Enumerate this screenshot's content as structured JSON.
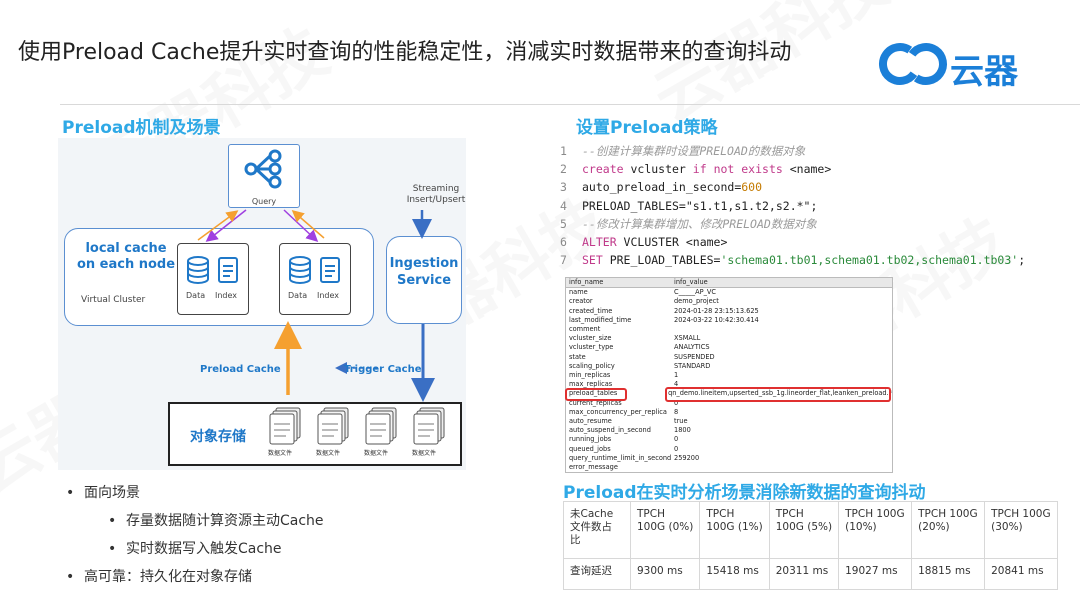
{
  "title": "使用Preload Cache提升实时查询的性能稳定性，消减实时数据带来的查询抖动",
  "logo": {
    "text": "云器",
    "color": "#1b7fd8"
  },
  "watermark": "云器科技",
  "left_section": {
    "title": "Preload机制及场景",
    "diagram": {
      "query_label": "Query",
      "local_cache_label": "local cache\non each node",
      "virtual_cluster_label": "Virtual Cluster",
      "node_labels": {
        "data": "Data",
        "index": "Index"
      },
      "ingestion_label": "Ingestion\nService",
      "streaming_label": "Streaming\nInsert/Upsert",
      "preload_cache_label": "Preload Cache",
      "trigger_cache_label": "Trigger Cache",
      "object_storage_label": "对象存储",
      "file_label": "数据文件"
    }
  },
  "right_section": {
    "title": "设置Preload策略",
    "code_lines": [
      {
        "n": "1",
        "text": "--创建计算集群时设置PRELOAD的数据对象"
      },
      {
        "n": "2",
        "text": "create vcluster if not exists <name>"
      },
      {
        "n": "3",
        "text": "auto_preload_in_second=600"
      },
      {
        "n": "4",
        "text": "PRELOAD_TABLES=\"s1.t1,s1.t2,s2.*\";"
      },
      {
        "n": "5",
        "text": "--修改计算集群增加、修改PRELOAD数据对象"
      },
      {
        "n": "6",
        "text": "ALTER VCLUSTER <name>"
      },
      {
        "n": "7",
        "text": "SET PRE_LOAD_TABLES='schema01.tb01,schema01.tb02,schema01.tb03';"
      }
    ],
    "info_table": {
      "headers": [
        "info_name",
        "info_value"
      ],
      "rows": [
        [
          "name",
          "C_____AP_VC"
        ],
        [
          "creator",
          "demo_project"
        ],
        [
          "created_time",
          "2024-01-28 23:15:13.625"
        ],
        [
          "last_modified_time",
          "2024-03-22 10:42:30.414"
        ],
        [
          "comment",
          ""
        ],
        [
          "vcluster_size",
          "XSMALL"
        ],
        [
          "vcluster_type",
          "ANALYTICS"
        ],
        [
          "state",
          "SUSPENDED"
        ],
        [
          "scaling_policy",
          "STANDARD"
        ],
        [
          "min_replicas",
          "1"
        ],
        [
          "max_replicas",
          "4"
        ],
        [
          "preload_tables",
          "qn_demo.lineitem,upserted_ssb_1g.lineorder_flat,leanken_preload.*"
        ],
        [
          "current_replicas",
          "0"
        ],
        [
          "max_concurrency_per_replica",
          "8"
        ],
        [
          "auto_resume",
          "true"
        ],
        [
          "auto_suspend_in_second",
          "1800"
        ],
        [
          "running_jobs",
          "0"
        ],
        [
          "queued_jobs",
          "0"
        ],
        [
          "query_runtime_limit_in_second",
          "259200"
        ],
        [
          "error_message",
          ""
        ]
      ]
    }
  },
  "bullets": [
    {
      "level": 1,
      "text": "面向场景"
    },
    {
      "level": 2,
      "text": "存量数据随计算资源主动Cache"
    },
    {
      "level": 2,
      "text": "实时数据写入触发Cache"
    },
    {
      "level": 1,
      "text": "高可靠：持久化在对象存储"
    }
  ],
  "perf": {
    "title": "Preload在实时分析场景消除新数据的查询抖动",
    "header": [
      "未Cache\n文件数占\n比",
      "TPCH\n100G (0%)",
      "TPCH\n100G (1%)",
      "TPCH\n100G (5%)",
      "TPCH 100G\n(10%)",
      "TPCH 100G\n(20%)",
      "TPCH 100G\n(30%)"
    ],
    "row": [
      "查询延迟",
      "9300 ms",
      "15418 ms",
      "20311 ms",
      "19027 ms",
      "18815 ms",
      "20841 ms"
    ]
  }
}
